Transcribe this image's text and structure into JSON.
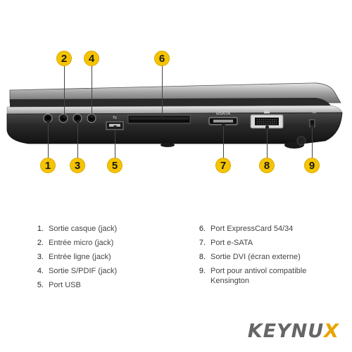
{
  "legend": {
    "left": [
      {
        "num": "1.",
        "label": "Sortie casque (jack)"
      },
      {
        "num": "2.",
        "label": "Entrée micro (jack)"
      },
      {
        "num": "3.",
        "label": "Entrée ligne (jack)"
      },
      {
        "num": "4.",
        "label": "Sortie S/PDIF (jack)"
      },
      {
        "num": "5.",
        "label": "Port USB"
      }
    ],
    "right": [
      {
        "num": "6.",
        "label": "Port ExpressCard 54/34"
      },
      {
        "num": "7.",
        "label": "Port e-SATA"
      },
      {
        "num": "8.",
        "label": "Sortie DVI (écran externe)"
      },
      {
        "num": "9.",
        "label": "Port pour antivol compatible Kensington"
      }
    ]
  },
  "callouts": [
    "1",
    "2",
    "3",
    "4",
    "5",
    "6",
    "7",
    "8",
    "9"
  ],
  "port_labels": {
    "esata": "eSATA"
  },
  "logo": {
    "main": "KEYNU",
    "accent": "X"
  },
  "colors": {
    "badge": "#f5c400",
    "body_dark": "#2b2b2b",
    "lid_silver": "#a9a9a9",
    "accent": "#e8a400"
  }
}
